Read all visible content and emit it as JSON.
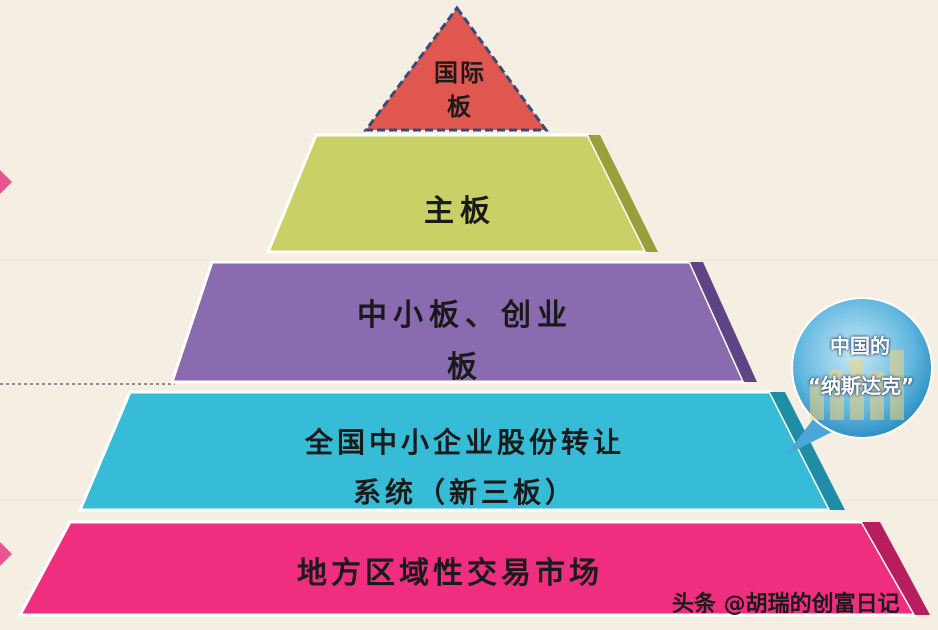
{
  "pyramid": {
    "tiers": [
      {
        "label": "国际\n板",
        "color": "#e0574f"
      },
      {
        "label": "主板",
        "color": "#c9d065"
      },
      {
        "label": "中小板、创业\n板",
        "color": "#8a6bb0"
      },
      {
        "label": "全国中小企业股份转让\n系统（新三板）",
        "color": "#36bcd6"
      },
      {
        "label": "地方区域性交易市场",
        "color": "#ef2e80"
      }
    ]
  },
  "callout": {
    "line1": "中国的",
    "line2": "“纳斯达克”"
  },
  "watermark": "头条 @胡瑞的创富日记"
}
